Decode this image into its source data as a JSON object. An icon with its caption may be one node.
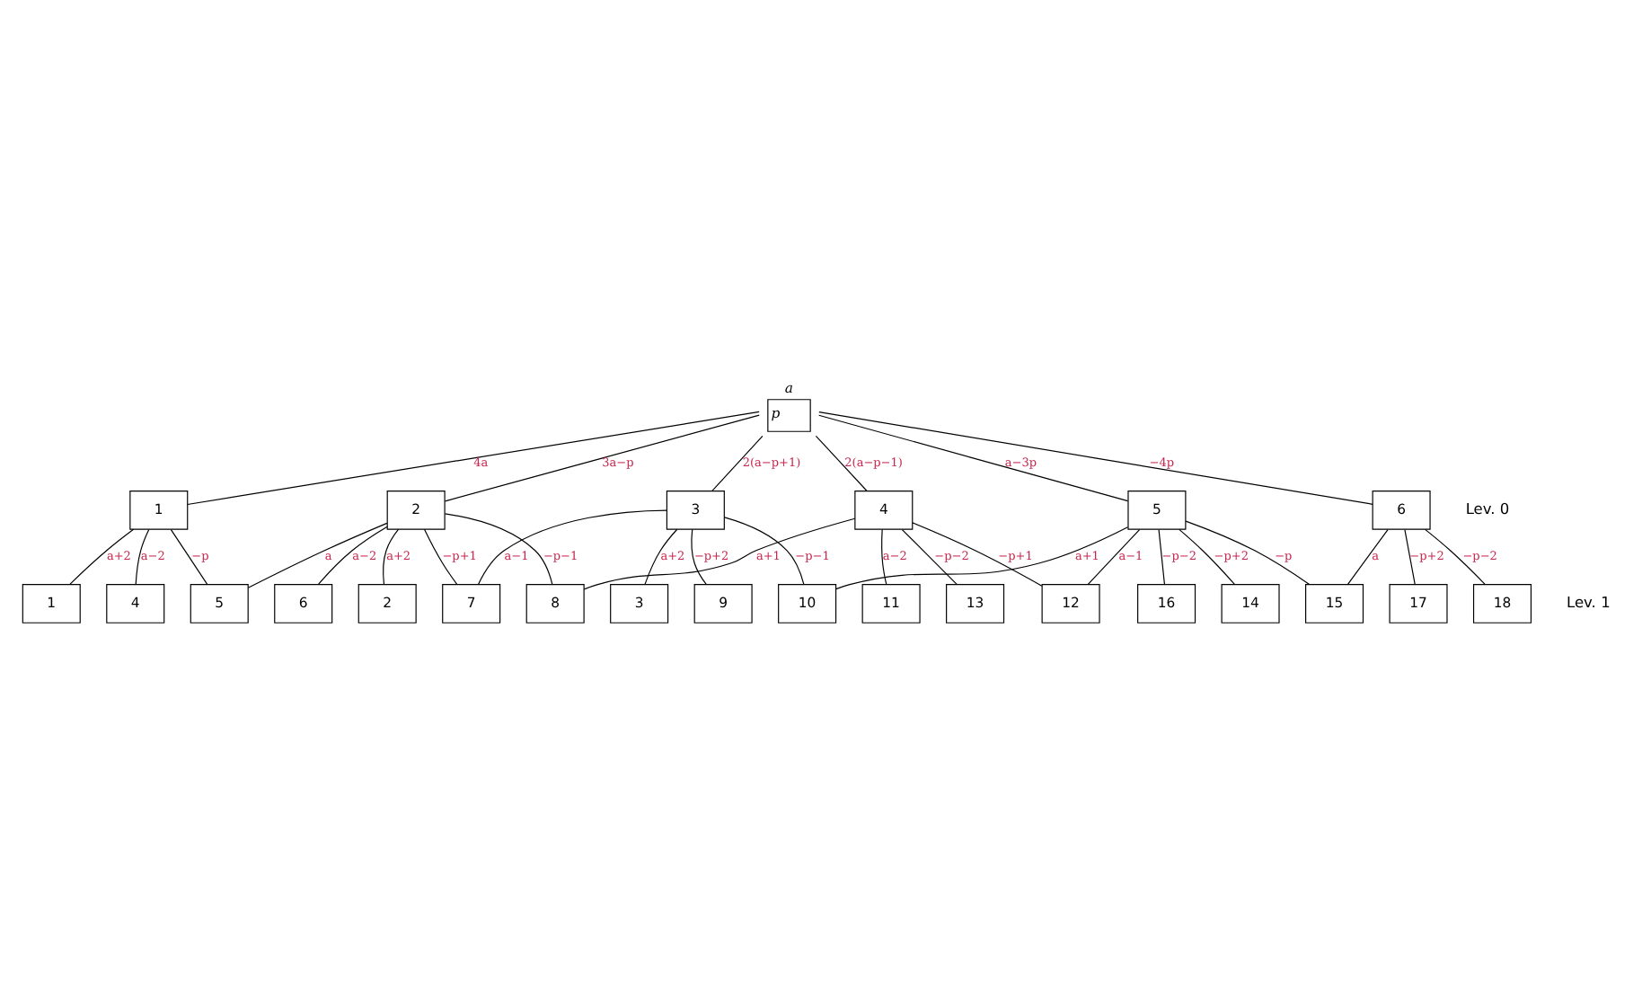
{
  "diagram": {
    "nodes": [
      {
        "text": [
          "a",
          "p"
        ]
      },
      {
        "text": [
          "1"
        ]
      },
      {
        "text": [
          "2"
        ]
      },
      {
        "text": [
          "3"
        ]
      },
      {
        "text": [
          "4"
        ]
      },
      {
        "text": [
          "5"
        ]
      },
      {
        "text": [
          "6"
        ]
      },
      {
        "text": [
          "5"
        ]
      },
      {
        "text": [
          "7"
        ]
      },
      {
        "text": [
          "8"
        ]
      },
      {
        "text": [
          "10"
        ]
      },
      {
        "text": [
          "12"
        ]
      },
      {
        "text": [
          "15"
        ]
      },
      {
        "text": [
          "1"
        ]
      },
      {
        "text": [
          "2"
        ]
      },
      {
        "text": [
          "3"
        ]
      },
      {
        "text": [
          "11"
        ]
      },
      {
        "text": [
          "14"
        ]
      },
      {
        "text": [
          "17"
        ]
      },
      {
        "text": [
          "4"
        ]
      },
      {
        "text": [
          "6"
        ]
      },
      {
        "text": [
          "9"
        ]
      },
      {
        "text": [
          "13"
        ]
      },
      {
        "text": [
          "16"
        ]
      },
      {
        "text": [
          "18"
        ]
      }
    ],
    "edges": [
      {
        "from": 0,
        "to": 1,
        "arrow": "none",
        "label": "4a"
      },
      {
        "from": 0,
        "to": 2,
        "arrow": "none",
        "label": "3a−p"
      },
      {
        "from": 0,
        "to": 3,
        "arrow": "none",
        "label": "2(a−p+1)"
      },
      {
        "from": 0,
        "to": 4,
        "arrow": "none",
        "label": "2(a−p−1)"
      },
      {
        "from": 0,
        "to": 5,
        "arrow": "none",
        "label": "a−3p"
      },
      {
        "from": 0,
        "to": 6,
        "arrow": "none",
        "label": "−4p"
      },
      {
        "from": 1,
        "to": 7,
        "arrow": "none",
        "label": "−p"
      },
      {
        "from": 1,
        "to": 13,
        "arrow": "none",
        "label": "a+2"
      },
      {
        "from": 1,
        "to": 19,
        "arrow": "none",
        "label": "a−2"
      },
      {
        "from": 2,
        "to": 7,
        "arrow": "none",
        "label": "a"
      },
      {
        "from": 2,
        "to": 8,
        "arrow": "none",
        "label": "−p+1"
      },
      {
        "from": 2,
        "to": 9,
        "arrow": "none",
        "label": "−p−1"
      },
      {
        "from": 2,
        "to": 14,
        "arrow": "none",
        "label": "a+2"
      },
      {
        "from": 2,
        "to": 20,
        "arrow": "none",
        "label": "a−2"
      },
      {
        "from": 3,
        "to": 8,
        "arrow": "none",
        "label": "a−1"
      },
      {
        "from": 3,
        "to": 10,
        "arrow": "none",
        "label": "−p−1"
      },
      {
        "from": 3,
        "to": 15,
        "arrow": "none",
        "label": "a+2"
      },
      {
        "from": 3,
        "to": 21,
        "arrow": "none",
        "label": "−p+2"
      },
      {
        "from": 4,
        "to": 9,
        "arrow": "none",
        "label": "a+1"
      },
      {
        "from": 4,
        "to": 11,
        "arrow": "none",
        "label": "−p+1"
      },
      {
        "from": 4,
        "to": 16,
        "arrow": "none",
        "label": "a−2"
      },
      {
        "from": 4,
        "to": 22,
        "arrow": "none",
        "label": "−p−2"
      },
      {
        "from": 5,
        "to": 10,
        "arrow": "none",
        "label": "a+1"
      },
      {
        "from": 5,
        "to": 11,
        "arrow": "none",
        "label": "a−1"
      },
      {
        "from": 5,
        "to": 12,
        "arrow": "none",
        "label": "−p"
      },
      {
        "from": 5,
        "to": 17,
        "arrow": "none",
        "label": "−p+2"
      },
      {
        "from": 5,
        "to": 23,
        "arrow": "none",
        "label": "−p−2"
      },
      {
        "from": 6,
        "to": 12,
        "arrow": "none",
        "label": "a"
      },
      {
        "from": 6,
        "to": 18,
        "arrow": "none",
        "label": "−p+2"
      },
      {
        "from": 6,
        "to": 24,
        "arrow": "none",
        "label": "−p−2"
      }
    ],
    "labels": [
      "Lev. 0",
      "Lev. 1"
    ]
  }
}
